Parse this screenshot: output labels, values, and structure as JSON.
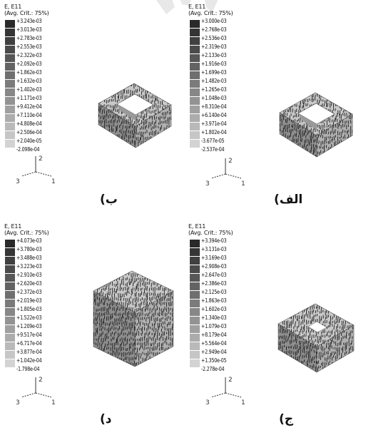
{
  "figure_panels": [
    {
      "id": "top-left",
      "header_line1": "E, E11",
      "header_line2": "(Avg. Crit.: 75%)",
      "legend_values": [
        "+3.243e-03",
        "+3.013e-03",
        "+2.783e-03",
        "+2.553e-03",
        "+2.322e-03",
        "+2.092e-03",
        "+1.862e-03",
        "+1.632e-03",
        "+1.402e-03",
        "+1.171e-03",
        "+9.412e-04",
        "+7.110e-04",
        "+4.808e-04",
        "+2.506e-04",
        "+2.040e-05",
        "-2.098e-04"
      ],
      "caption": "ب)",
      "triad_labels": [
        "3",
        "1",
        "2"
      ]
    },
    {
      "id": "top-right",
      "header_line1": "E, E11",
      "header_line2": "(Avg. Crit.: 75%)",
      "legend_values": [
        "+3.000e-03",
        "+2.768e-03",
        "+2.536e-03",
        "+2.319e-03",
        "+2.133e-03",
        "+1.916e-03",
        "+1.699e-03",
        "+1.482e-03",
        "+1.265e-03",
        "+1.048e-03",
        "+8.310e-04",
        "+6.140e-04",
        "+3.971e-04",
        "+1.802e-04",
        "-3.677e-05",
        "-2.537e-04"
      ],
      "caption": "الف)",
      "triad_labels": [
        "3",
        "1",
        "2"
      ]
    },
    {
      "id": "bottom-left",
      "header_line1": "E, E11",
      "header_line2": "(Avg. Crit.: 75%)",
      "legend_values": [
        "+4.073e-03",
        "+3.780e-03",
        "+3.488e-03",
        "+3.223e-03",
        "+2.910e-03",
        "+2.620e-03",
        "+2.372e-03",
        "+2.019e-03",
        "+1.805e-03",
        "+1.522e-03",
        "+1.209e-03",
        "+9.517e-04",
        "+6.717e-04",
        "+3.877e-04",
        "+1.042e-04",
        "-1.798e-04"
      ],
      "caption": "د)",
      "triad_labels": [
        "3",
        "1",
        "2"
      ]
    },
    {
      "id": "bottom-right",
      "header_line1": "E, E11",
      "header_line2": "(Avg. Crit.: 75%)",
      "legend_values": [
        "+3.394e-03",
        "+3.131e-03",
        "+3.169e-03",
        "+2.908e-03",
        "+2.647e-03",
        "+2.386e-03",
        "+2.125e-03",
        "+1.863e-03",
        "+1.602e-03",
        "+1.340e-03",
        "+1.079e-03",
        "+8.179e-04",
        "+5.564e-04",
        "+2.949e-04",
        "+1.350e-05",
        "-2.278e-04"
      ],
      "caption": "ج)",
      "triad_labels": [
        "3",
        "1",
        "2"
      ]
    }
  ],
  "colors": {
    "legend_ramp": [
      "#2a2a2a",
      "#353535",
      "#404040",
      "#4b4b4b",
      "#575757",
      "#636363",
      "#6f6f6f",
      "#7b7b7b",
      "#878787",
      "#939393",
      "#a0a0a0",
      "#acacac",
      "#b9b9b9",
      "#c6c6c6",
      "#d3d3d3",
      "#e1e1e1"
    ],
    "cube_face_top": "#c9c9c9",
    "cube_face_left": "#8f8f8f",
    "cube_face_right": "#b0b0b0",
    "mesh_line": "#1a1a1a",
    "watermark": "#e3e3e3"
  }
}
